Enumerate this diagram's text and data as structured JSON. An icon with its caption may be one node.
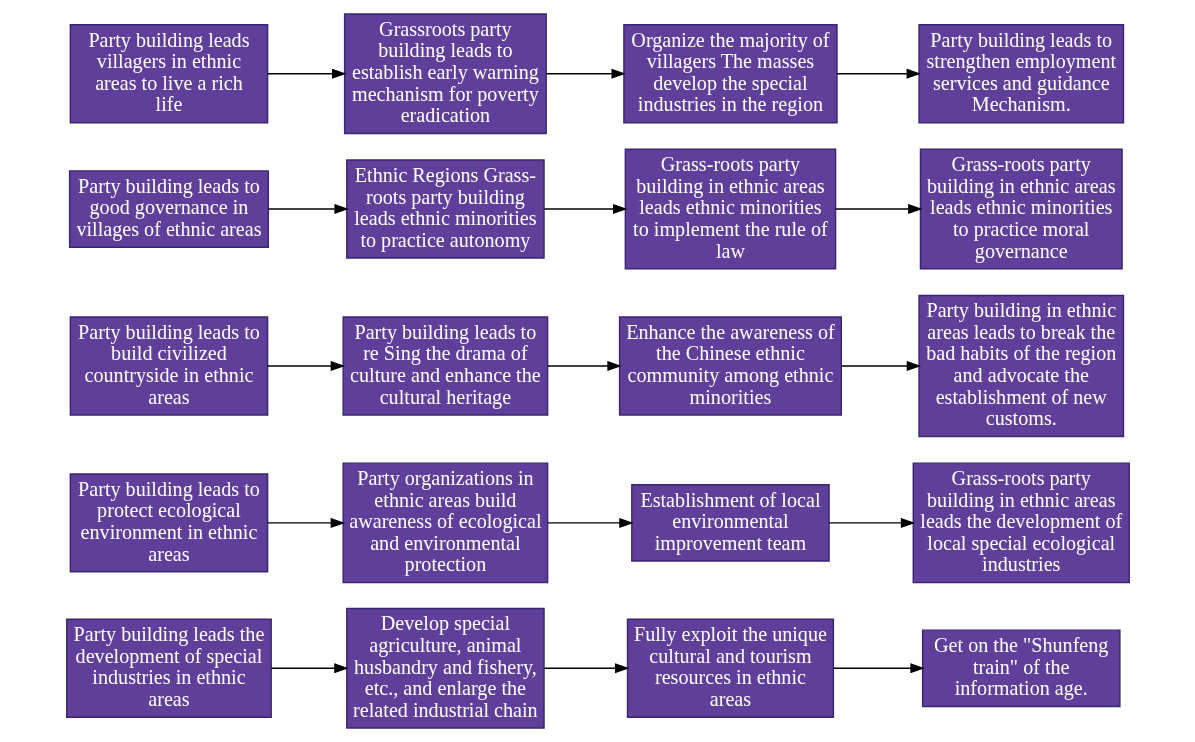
{
  "diagram": {
    "nodes": [
      {
        "text": [
          "Party building leads the development of special industries in ethnic areas"
        ]
      },
      {
        "text": [
          "Develop special agriculture, animal husbandry and fishery, etc., and enlarge the related industrial chain"
        ]
      },
      {
        "text": [
          "Fully exploit the unique cultural and tourism resources in ethnic areas"
        ]
      },
      {
        "text": [
          "Get on the \"Shunfeng train\" of the information age."
        ]
      },
      {
        "text": [
          "Party building leads to protect ecological environment in ethnic areas"
        ]
      },
      {
        "text": [
          "Party organizations in ethnic areas build awareness of ecological and environmental protection"
        ]
      },
      {
        "text": [
          "Establishment of local environmental improvement team"
        ]
      },
      {
        "text": [
          "Grass-roots party building in ethnic areas leads the development of local special ecological industries"
        ]
      },
      {
        "text": [
          "Party building leads to build civilized countryside in ethnic areas"
        ]
      },
      {
        "text": [
          "Party building leads to re Sing the drama of culture and enhance the cultural heritage"
        ]
      },
      {
        "text": [
          "Enhance the awareness of the Chinese ethnic community among ethnic minorities"
        ]
      },
      {
        "text": [
          "Party building in ethnic areas leads to break the bad habits of the region and advocate the establishment of new customs."
        ]
      },
      {
        "text": [
          "Party building leads to good governance in villages of ethnic areas"
        ]
      },
      {
        "text": [
          "Ethnic Regions Grass-roots party building leads ethnic minorities to practice autonomy"
        ]
      },
      {
        "text": [
          "Grass-roots party building in ethnic areas leads ethnic minorities to implement the rule of law"
        ]
      },
      {
        "text": [
          "Grass-roots party building in ethnic areas leads ethnic minorities to practice moral governance"
        ]
      },
      {
        "text": [
          "Party building leads villagers in ethnic areas to live a rich life"
        ]
      },
      {
        "text": [
          "Grassroots party building leads to establish early warning mechanism for poverty eradication"
        ]
      },
      {
        "text": [
          "Organize the majority of villagers The masses develop the special industries in the region"
        ]
      },
      {
        "text": [
          "Party building leads to strengthen employment services and guidance Mechanism."
        ]
      }
    ],
    "edges": [
      {
        "from": 0,
        "to": 1,
        "arrow": "to"
      },
      {
        "from": 1,
        "to": 2,
        "arrow": "to"
      },
      {
        "from": 2,
        "to": 3,
        "arrow": "to"
      },
      {
        "from": 4,
        "to": 5,
        "arrow": "to"
      },
      {
        "from": 5,
        "to": 6,
        "arrow": "to"
      },
      {
        "from": 6,
        "to": 7,
        "arrow": "to"
      },
      {
        "from": 8,
        "to": 9,
        "arrow": "to"
      },
      {
        "from": 9,
        "to": 10,
        "arrow": "to"
      },
      {
        "from": 10,
        "to": 11,
        "arrow": "to"
      },
      {
        "from": 12,
        "to": 13,
        "arrow": "to"
      },
      {
        "from": 13,
        "to": 14,
        "arrow": "to"
      },
      {
        "from": 14,
        "to": 15,
        "arrow": "to"
      },
      {
        "from": 16,
        "to": 17,
        "arrow": "to"
      },
      {
        "from": 17,
        "to": 18,
        "arrow": "to"
      },
      {
        "from": 18,
        "to": 19,
        "arrow": "to"
      }
    ]
  }
}
